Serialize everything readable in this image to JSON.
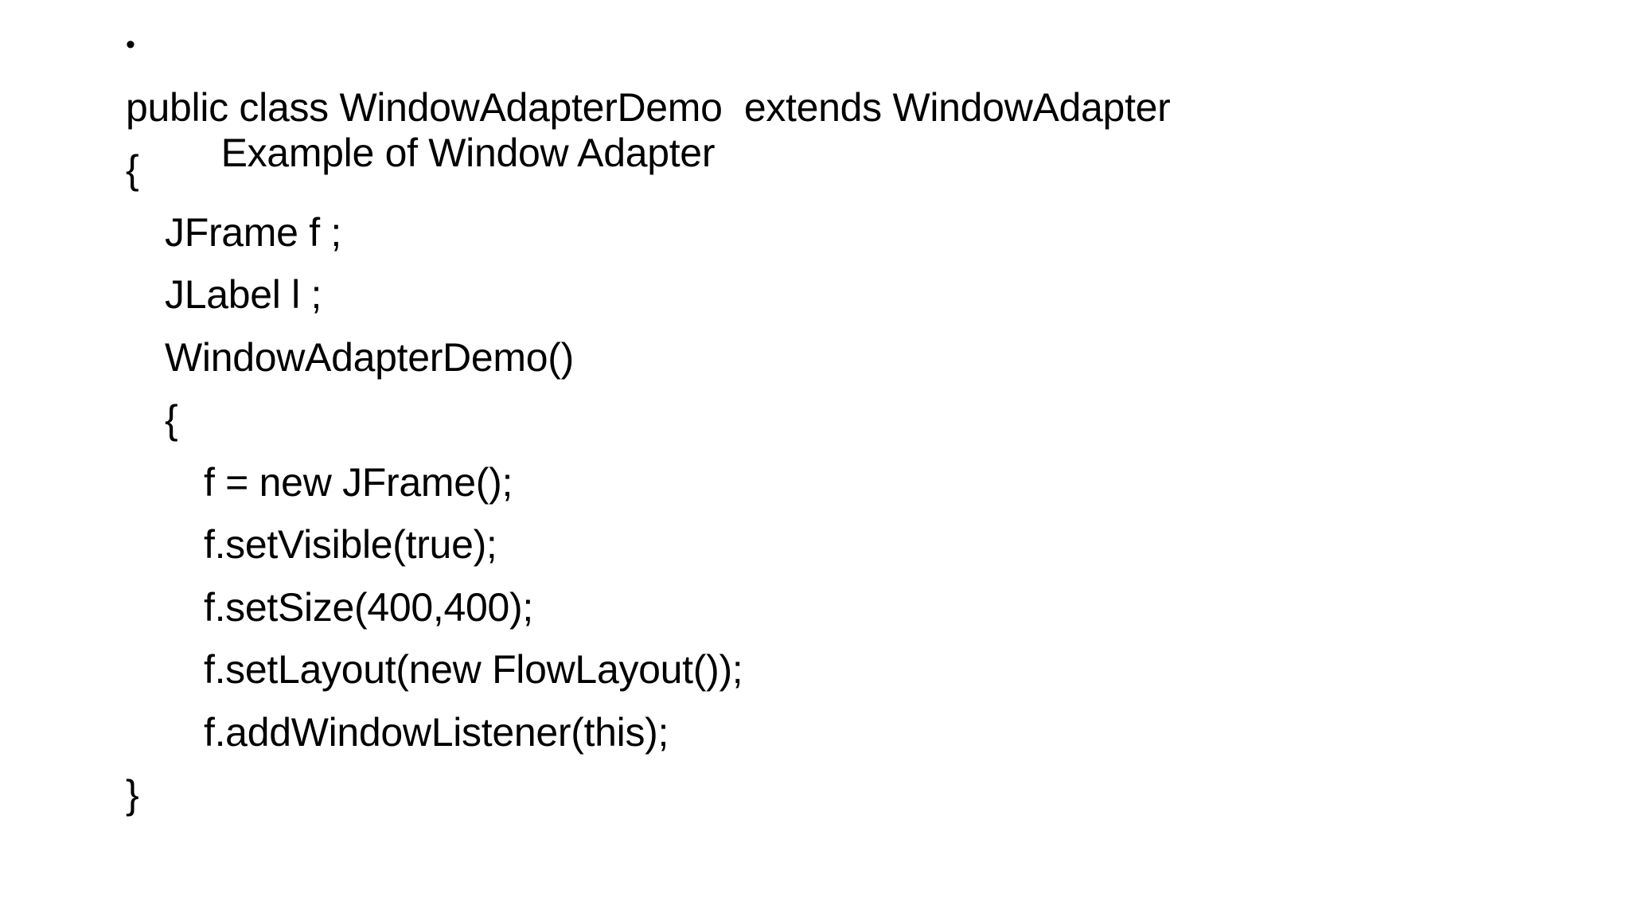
{
  "slide": {
    "bullet_glyph": "•",
    "heading": "Example of Window Adapter",
    "code_lines": [
      {
        "text": "public class WindowAdapterDemo  extends WindowAdapter",
        "indent": 0
      },
      {
        "text": "{",
        "indent": 0
      },
      {
        "text": "JFrame f ;",
        "indent": 1
      },
      {
        "text": "JLabel l ;",
        "indent": 1
      },
      {
        "text": "WindowAdapterDemo()",
        "indent": 1
      },
      {
        "text": "{",
        "indent": 1
      },
      {
        "text": "f = new JFrame();",
        "indent": 2
      },
      {
        "text": "f.setVisible(true);",
        "indent": 2
      },
      {
        "text": "f.setSize(400,400);",
        "indent": 2
      },
      {
        "text": "f.setLayout(new FlowLayout());",
        "indent": 2
      },
      {
        "text": "f.addWindowListener(this);",
        "indent": 2
      },
      {
        "text": "}",
        "indent": 0
      }
    ]
  }
}
